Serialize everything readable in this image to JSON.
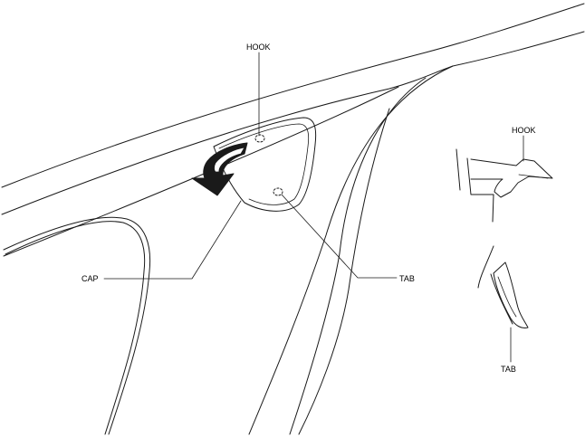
{
  "labels": {
    "hook_main": "HOOK",
    "cap": "CAP",
    "tab_main": "TAB",
    "hook_detail": "HOOK",
    "tab_detail": "TAB"
  }
}
